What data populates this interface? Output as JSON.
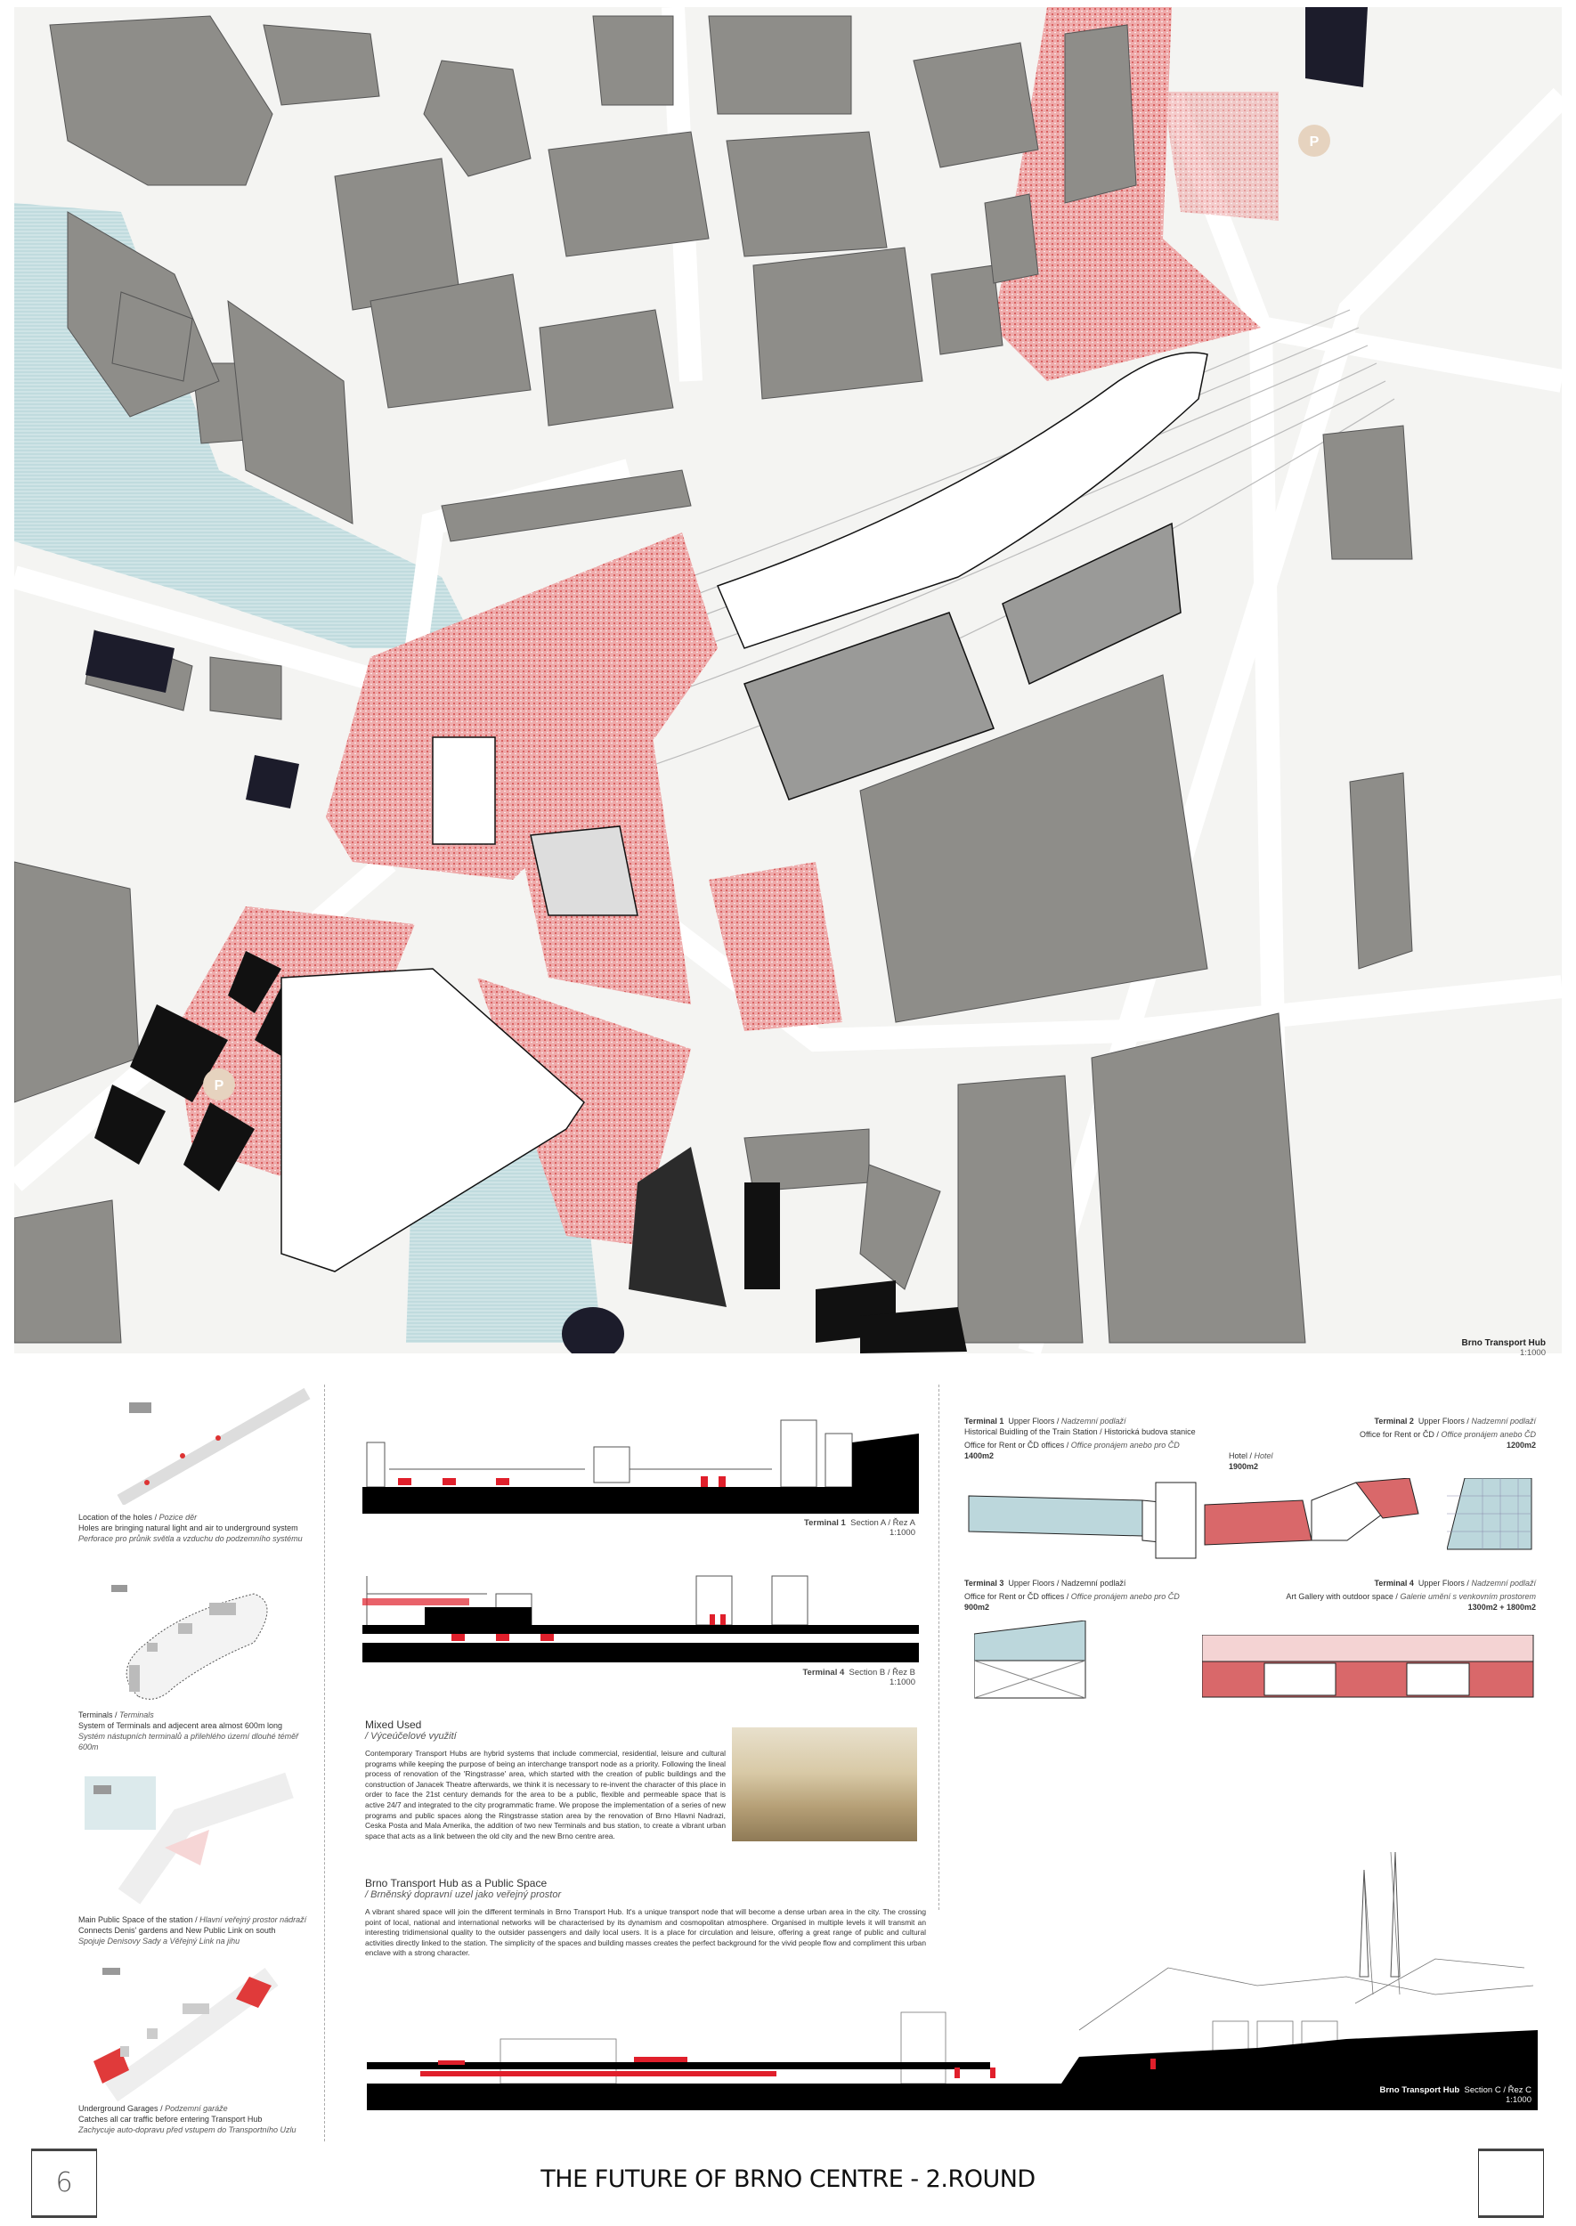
{
  "map": {
    "scale_title": "Brno Transport Hub",
    "scale": "1:1000",
    "colors": {
      "building": "#8e8d89",
      "plaza": "#e8a3a3",
      "water": "#b9d9dc",
      "dark": "#1c1c2b",
      "parking": "#e6d3bf"
    }
  },
  "left_diagrams": [
    {
      "title": "Location of the holes",
      "title_cz": "Pozice děr",
      "line1": "Holes are bringing natural light and air to underground system",
      "line2": "Perforace pro průnik světla a vzduchu do podzemního systému"
    },
    {
      "title": "Terminals",
      "title_cz": "Terminals",
      "line1": "System of Terminals and adjecent area almost 600m long",
      "line2": "Systém nástupních terminalů a přilehlého území dlouhé téměř 600m"
    },
    {
      "title": "Main Public Space of the station",
      "title_cz": "Hlavní veřejný prostor nádraží",
      "line1": "Connects Denis' gardens and New Public Link on south",
      "line2": "Spojuje Denisovy Sady a Věřejný Link na jihu"
    },
    {
      "title": "Underground Garages",
      "title_cz": "Podzemní garáže",
      "line1": "Catches all car traffic before entering Transport Hub",
      "line2": "Zachycuje auto-dopravu před vstupem do Transportního Uzlu"
    }
  ],
  "sections": {
    "a": {
      "name": "Terminal 1",
      "label": "Section A / Řez A",
      "scale": "1:1000"
    },
    "b": {
      "name": "Terminal 4",
      "label": "Section B / Řez B",
      "scale": "1:1000"
    },
    "c": {
      "name": "Brno Transport Hub",
      "label": "Section C / Řez C",
      "scale": "1:1000"
    }
  },
  "text": {
    "mixed_title": "Mixed Used",
    "mixed_title_cz": "/ Výceúčelové využití",
    "mixed_body": "Contemporary Transport Hubs are hybrid systems that include commercial, residential, leisure and cultural programs while keeping the purpose of being an interchange transport node as a priority. Following the lineal process of renovation of the 'Ringstrasse' area, which started with the creation of public buildings and the construction of Janacek Theatre afterwards, we think it is necessary to re-invent the character of this place in order to face the 21st century demands for the area to be a public, flexible and permeable space that is active 24/7 and integrated to the city programmatic frame. We propose the implementation of a series of new programs and public spaces along the Ringstrasse station area by the renovation of Brno Hlavni Nadrazi, Ceska Posta and Mala Amerika, the addition of two new Terminals and bus station, to create a vibrant urban space that acts as a link between the old city and the new Brno centre area.",
    "public_title": "Brno Transport Hub as a Public Space",
    "public_title_cz": "/ Brněnský dopravní uzel jako veřejný prostor",
    "public_body": "A vibrant shared space will join the different terminals in Brno Transport Hub. It's a unique transport node that will become a dense urban area in the city. The crossing point of local, national and international networks will be characterised by its dynamism and cosmopolitan atmosphere. Organised in multiple levels it will transmit an interesting tridimensional quality to the outsider passengers and daily local users. It is a place for circulation and leisure, offering a great range of public and cultural activities directly linked to the station. The simplicity of the spaces and building masses creates the perfect background for the vivid people flow and compliment this urban enclave with a strong character."
  },
  "terminals": {
    "t1": {
      "name": "Terminal 1",
      "floors": "Upper Floors /",
      "floors_cz": "Nadzemní podlaží",
      "line1": "Historical Buidling of the Train Station / Historická budova stanice",
      "use": "Office for Rent or ČD offices /",
      "use_cz": "Office pronájem anebo pro ČD",
      "area": "1400m2",
      "hotel": "Hotel /",
      "hotel_cz": "Hotel",
      "hotel_area": "1900m2"
    },
    "t2": {
      "name": "Terminal 2",
      "floors": "Upper Floors /",
      "floors_cz": "Nadzemní podlaží",
      "use": "Office for Rent or ČD /",
      "use_cz": "Office pronájem anebo ČD",
      "area": "1200m2"
    },
    "t3": {
      "name": "Terminal 3",
      "floors": "Upper Floors / Nadzemní podlaží",
      "use": "Office for Rent or ČD offices /",
      "use_cz": "Office pronájem anebo pro ČD",
      "area": "900m2"
    },
    "t4": {
      "name": "Terminal 4",
      "floors": "Upper Floors /",
      "floors_cz": "Nadzemní podlaží",
      "use": "Art Gallery with outdoor space /",
      "use_cz": "Galerie umění s venkovním prostorem",
      "area": "1300m2 + 1800m2"
    }
  },
  "footer": {
    "page": "6",
    "title": "THE FUTURE OF BRNO CENTRE - 2.ROUND"
  }
}
